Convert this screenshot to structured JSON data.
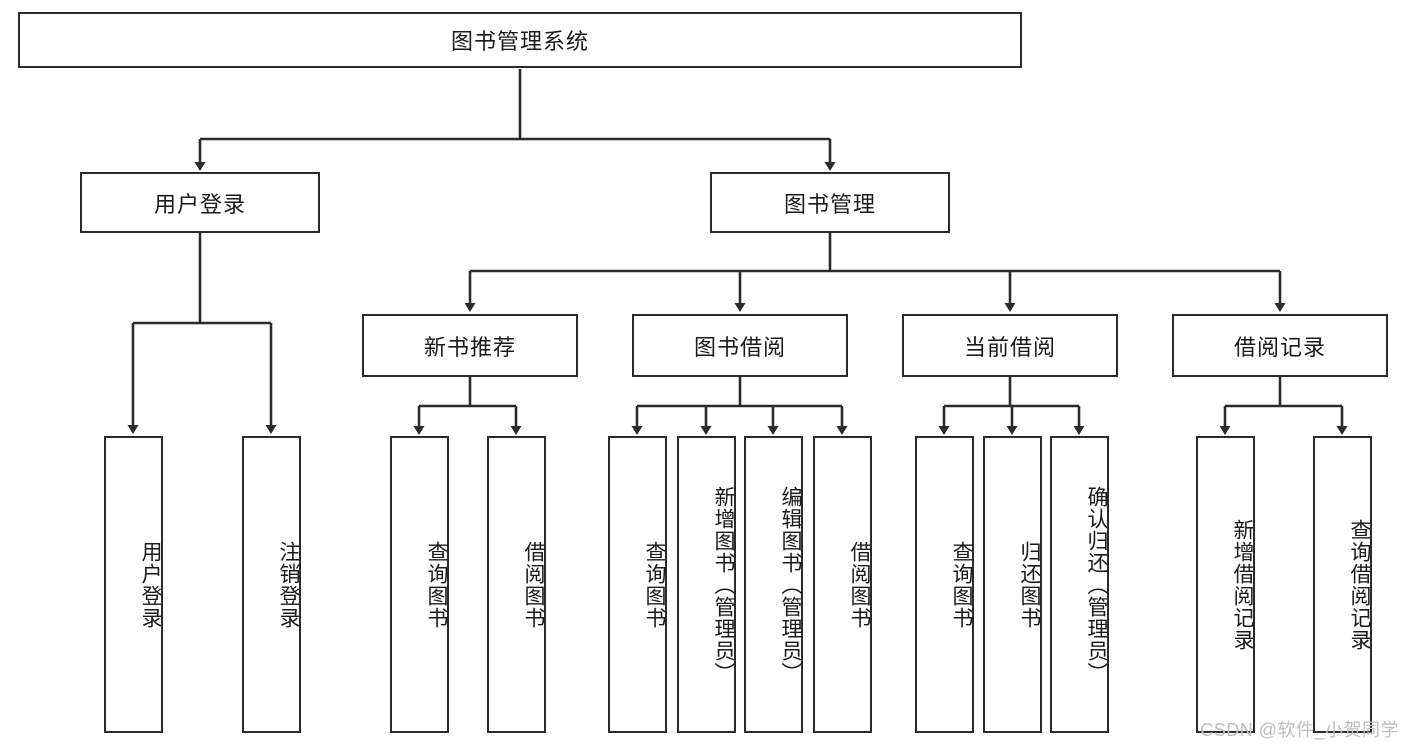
{
  "diagram": {
    "title": "图书管理系统",
    "type": "tree",
    "root": {
      "label": "图书管理系统"
    },
    "level2": [
      {
        "label": "用户登录"
      },
      {
        "label": "图书管理"
      }
    ],
    "level3": [
      {
        "label": "新书推荐"
      },
      {
        "label": "图书借阅"
      },
      {
        "label": "当前借阅"
      },
      {
        "label": "借阅记录"
      }
    ],
    "leaves": {
      "user_login": [
        {
          "label": "用户登录"
        },
        {
          "label": "注销登录"
        }
      ],
      "new_book_recommend": [
        {
          "label": "查询图书"
        },
        {
          "label": "借阅图书"
        }
      ],
      "book_borrow": [
        {
          "label": "查询图书"
        },
        {
          "label": "新增图书（管理员）"
        },
        {
          "label": "编辑图书（管理员）"
        },
        {
          "label": "借阅图书"
        }
      ],
      "current_borrow": [
        {
          "label": "查询图书"
        },
        {
          "label": "归还图书"
        },
        {
          "label": "确认归还（管理员）"
        }
      ],
      "borrow_record": [
        {
          "label": "新增借阅记录"
        },
        {
          "label": "查询借阅记录"
        }
      ]
    }
  },
  "watermark": {
    "text": "CSDN @软件_小贺同学"
  },
  "colors": {
    "stroke": "#2b2b2b",
    "fill": "#ffffff",
    "text": "#1a1a1a",
    "watermark": "#bdbdbd"
  }
}
